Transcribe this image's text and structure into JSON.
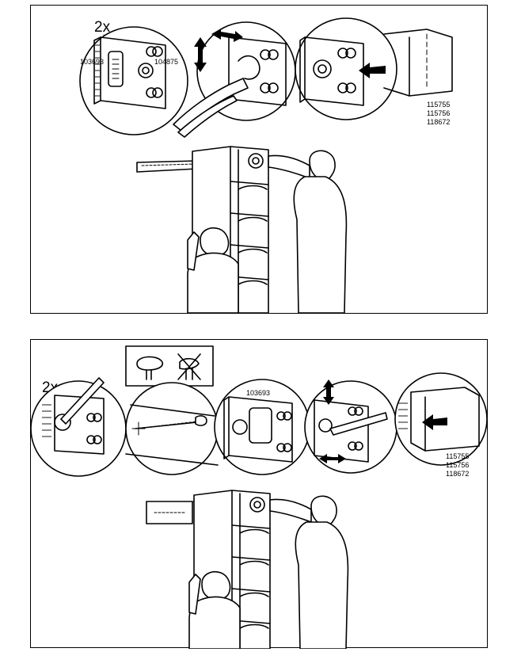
{
  "step_top": {
    "quantity": "2x",
    "parts": {
      "cam": "103693",
      "nut": "104875",
      "wall_codes": [
        "115755",
        "115756",
        "118672"
      ]
    }
  },
  "step_bottom": {
    "quantity": "2x",
    "parts": {
      "cam": "103693",
      "wall_codes": [
        "115755",
        "115756",
        "118672"
      ]
    }
  }
}
